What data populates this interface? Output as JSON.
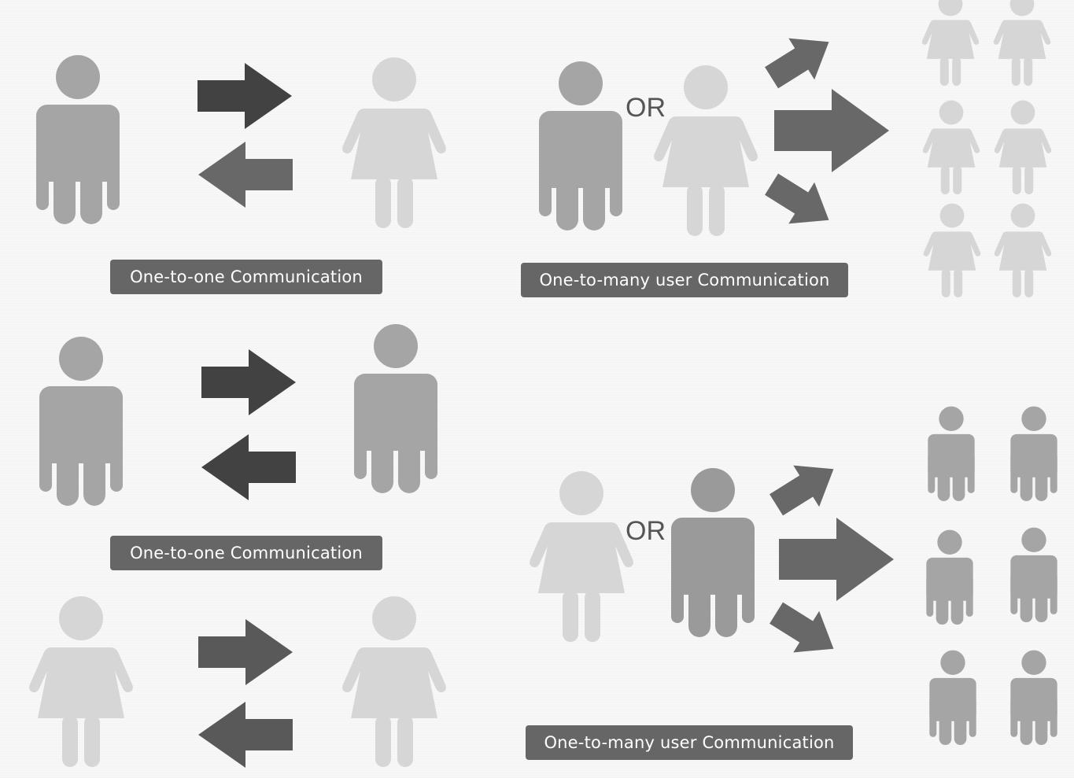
{
  "colors": {
    "man": "#a5a5a5",
    "man_dark": "#9a9a9a",
    "woman": "#d6d6d6",
    "arrow_dark": "#424242",
    "arrow_mid": "#595959",
    "arrow_light": "#686868",
    "label_bg": "#666666",
    "label_text": "#ffffff"
  },
  "panels": {
    "top_left": {
      "label": "One-to-one Communication",
      "sender": "man",
      "receiver": "woman"
    },
    "middle_left": {
      "label": "One-to-one Communication",
      "sender": "man",
      "receiver": "man"
    },
    "bottom_left": {
      "sender": "woman",
      "receiver": "woman"
    },
    "top_right": {
      "label": "One-to-many user Communication",
      "or_text": "OR",
      "senders": [
        "man",
        "woman"
      ],
      "recipients": "woman",
      "recipient_count": 6
    },
    "bottom_right": {
      "label": "One-to-many user Communication",
      "or_text": "OR",
      "senders": [
        "woman",
        "man"
      ],
      "recipients": "man",
      "recipient_count": 6
    }
  }
}
